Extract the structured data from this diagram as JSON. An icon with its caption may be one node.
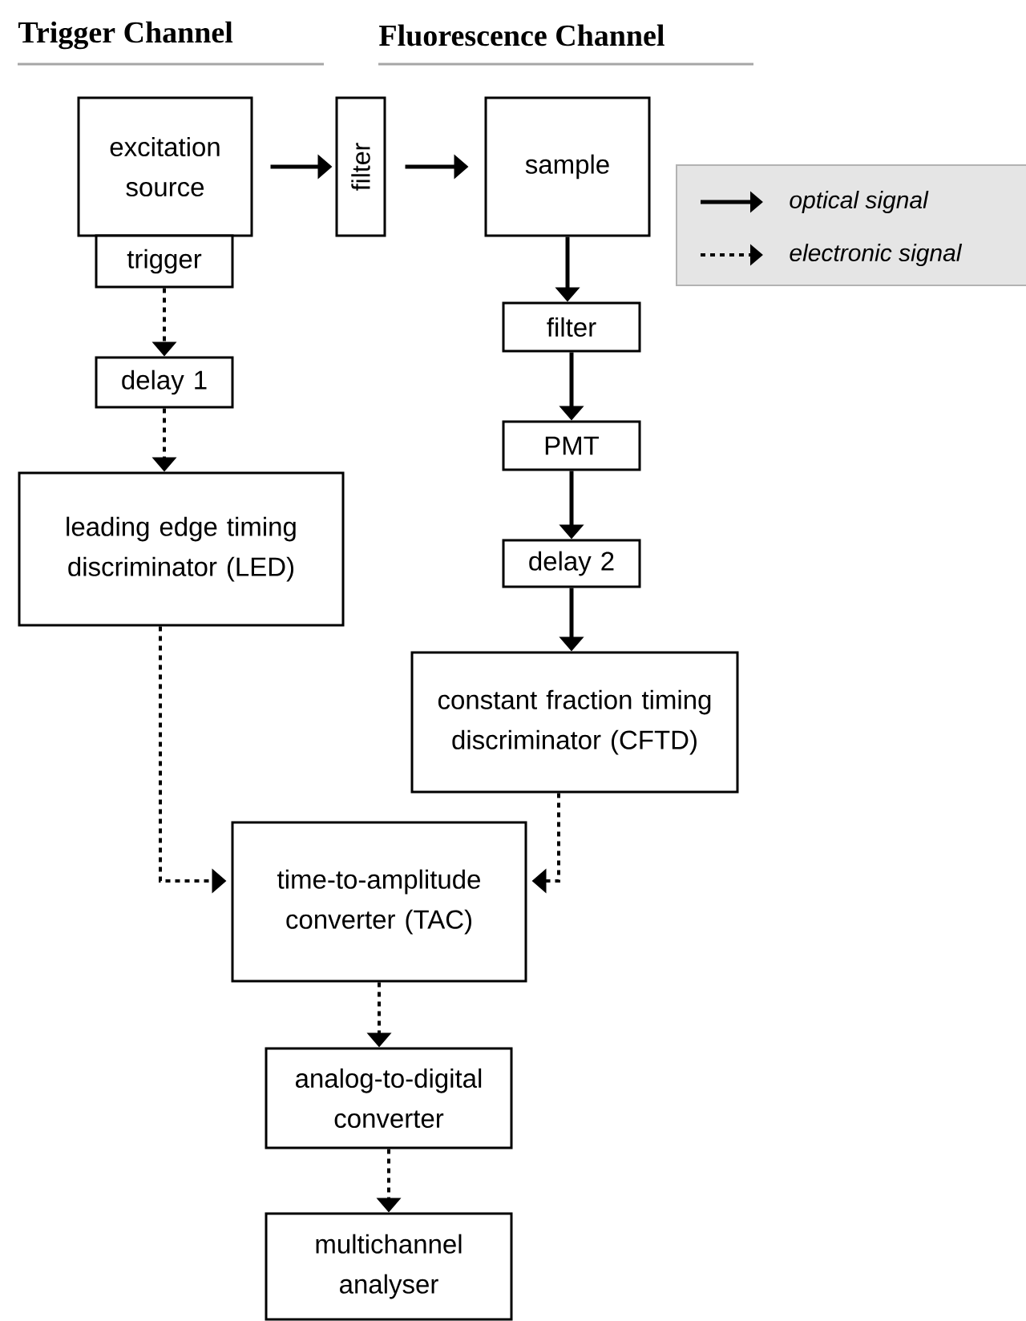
{
  "diagram": {
    "nodes": [
      {
        "text": [
          "excitation source"
        ]
      },
      {
        "text": [
          "trigger"
        ]
      },
      {
        "text": [
          "delay 1"
        ]
      },
      {
        "text": [
          "leading edge timing discriminator (LED)"
        ]
      },
      {
        "text": [
          "filter"
        ]
      },
      {
        "text": [
          "sample"
        ]
      },
      {
        "text": [
          "filter"
        ]
      },
      {
        "text": [
          "PMT"
        ]
      },
      {
        "text": [
          "delay 2"
        ]
      },
      {
        "text": [
          "constant fraction timing discriminator (CFTD)"
        ]
      },
      {
        "text": [
          "time-to-amplitude converter (TAC)"
        ]
      },
      {
        "text": [
          "analog-to-digital converter"
        ]
      },
      {
        "text": [
          "multichannel analyser"
        ]
      }
    ],
    "edges": [
      {
        "from": 0,
        "to": 4,
        "arrow": "to"
      },
      {
        "from": 4,
        "to": 5,
        "arrow": "to"
      },
      {
        "from": 5,
        "to": 6,
        "arrow": "to"
      },
      {
        "from": 6,
        "to": 7,
        "arrow": "to"
      },
      {
        "from": 7,
        "to": 8,
        "arrow": "to"
      },
      {
        "from": 8,
        "to": 9,
        "arrow": "to"
      },
      {
        "from": 1,
        "to": 2,
        "arrow": "to",
        "style": "dashed"
      },
      {
        "from": 2,
        "to": 3,
        "arrow": "to",
        "style": "dashed"
      },
      {
        "from": 3,
        "to": 10,
        "arrow": "to",
        "style": "dashed"
      },
      {
        "from": 9,
        "to": 10,
        "arrow": "to",
        "style": "dashed"
      },
      {
        "from": 10,
        "to": 11,
        "arrow": "to",
        "style": "dashed"
      },
      {
        "from": 11,
        "to": 12,
        "arrow": "to",
        "style": "dashed"
      }
    ],
    "labels": [
      "Trigger Channel",
      "Fluorescence Channel"
    ],
    "legend": [
      {
        "text": "optical signal"
      },
      {
        "text": "electronic signal"
      }
    ]
  }
}
